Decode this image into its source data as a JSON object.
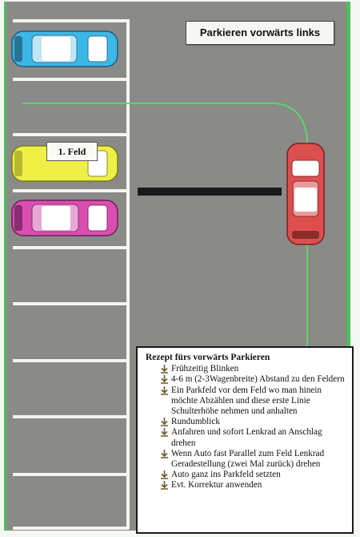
{
  "title": "Parkieren vorwärts links",
  "field_label": "1. Feld",
  "recipe": {
    "heading": "Rezept fürs vorwärts Parkieren",
    "steps": [
      "Frühzeitig Blinken",
      "4-6 m (2-3Wagenbreite) Abstand zu den Feldern",
      "Ein Parkfeld vor dem Feld wo man hinein möchte Abzählen und diese erste Linie Schulterhöhe nehmen und anhalten",
      "Rundumblick",
      "Anfahren und sofort Lenkrad an Anschlag drehen",
      "Wenn Auto fast Parallel zum Feld Lenkrad Geradestellung (zwei Mal zurück) drehen",
      "Auto ganz ins Parkfeld setzten",
      "Evt. Korrektur anwenden"
    ]
  },
  "colors": {
    "asphalt": "#8a8a88",
    "border_green": "#4fbf5c",
    "path_green": "#5ed46a",
    "car_blue": "#3cb8e6",
    "car_yellow": "#eef045",
    "car_pink": "#d94fb0",
    "car_red": "#dd4f4f"
  },
  "icons": {
    "step_bullet": "arrow-down-bullet-icon"
  }
}
